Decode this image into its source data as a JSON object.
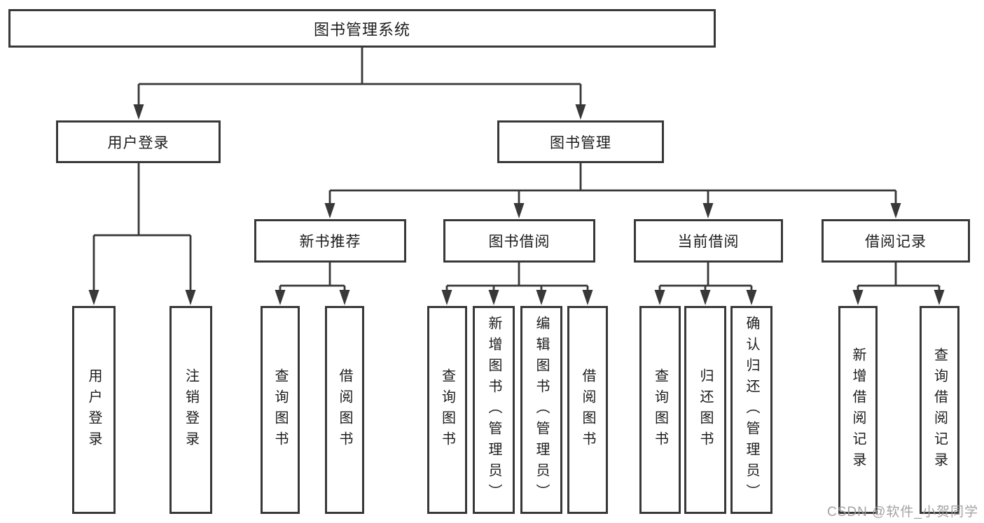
{
  "tree": {
    "label": "图书管理系统",
    "children": [
      {
        "label": "用户登录",
        "children": [
          {
            "label": "用户登录"
          },
          {
            "label": "注销登录"
          }
        ]
      },
      {
        "label": "图书管理",
        "children": [
          {
            "label": "新书推荐",
            "children": [
              {
                "label": "查询图书"
              },
              {
                "label": "借阅图书"
              }
            ]
          },
          {
            "label": "图书借阅",
            "children": [
              {
                "label": "查询图书"
              },
              {
                "label": "新增图书（管理员）"
              },
              {
                "label": "编辑图书（管理员）"
              },
              {
                "label": "借阅图书"
              }
            ]
          },
          {
            "label": "当前借阅",
            "children": [
              {
                "label": "查询图书"
              },
              {
                "label": "归还图书"
              },
              {
                "label": "确认归还（管理员）"
              }
            ]
          },
          {
            "label": "借阅记录",
            "children": [
              {
                "label": "新增借阅记录"
              },
              {
                "label": "查询借阅记录"
              }
            ]
          }
        ]
      }
    ]
  },
  "watermark": {
    "text": "CSDN @软件_小贺同学"
  },
  "colors": {
    "line": "#383838",
    "box_border": "#383838",
    "box_background": "#ffffff",
    "text": "#1c1c1c",
    "watermark": "#9e9e9e",
    "background": "#ffffff"
  }
}
